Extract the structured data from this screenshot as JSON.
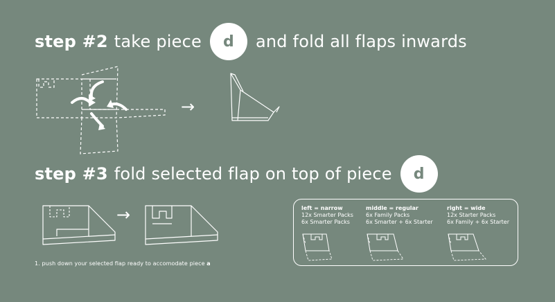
{
  "step2": {
    "label": "step #2",
    "pre_text": "take piece",
    "badge": "d",
    "post_text": "and fold all flaps inwards"
  },
  "step3": {
    "label": "step #3",
    "pre_text": "fold selected flap on top of piece",
    "badge": "d"
  },
  "arrows": {
    "symbol": "→"
  },
  "footnote": {
    "text": "1. push down your selected flap ready to accomodate piece",
    "piece": "a"
  },
  "legend": [
    {
      "head": "left = narrow",
      "line1": "12x Smarter Packs",
      "line2": "6x Smarter Packs"
    },
    {
      "head": "middle = regular",
      "line1": "6x Family Packs",
      "line2": "6x Smarter + 6x Starter"
    },
    {
      "head": "right = wide",
      "line1": "12x Starter Packs",
      "line2": "6x Family + 6x Starter"
    }
  ]
}
